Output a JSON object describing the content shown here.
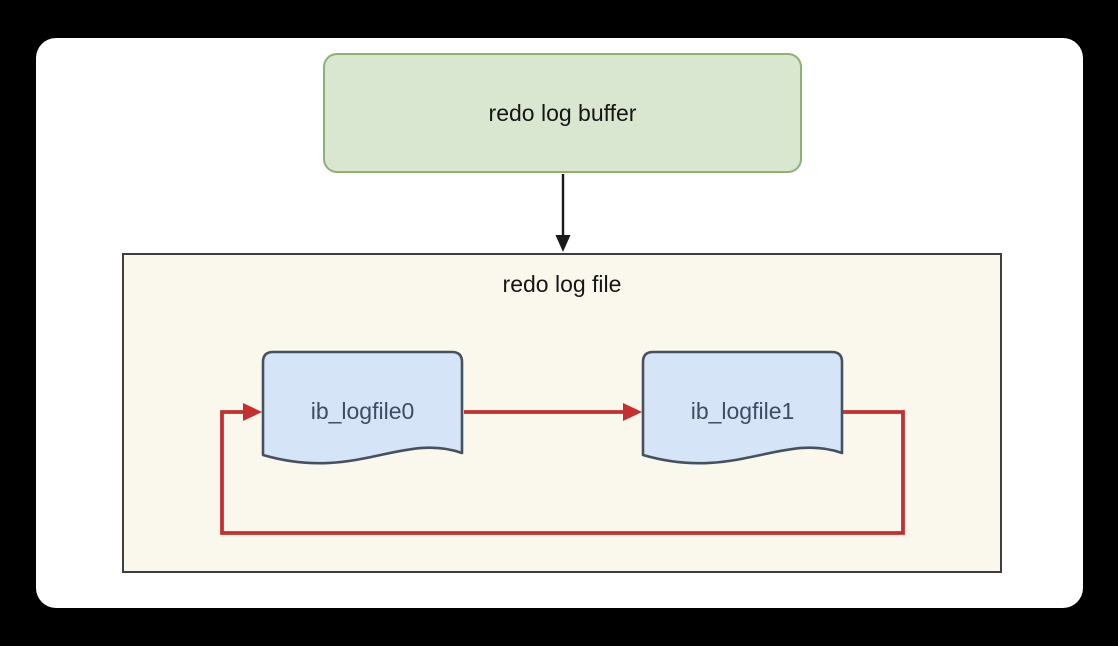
{
  "nodes": {
    "redo_log_buffer": {
      "label": "redo log buffer"
    },
    "redo_log_file": {
      "label": "redo log file"
    },
    "logfile0": {
      "label": "ib_logfile0"
    },
    "logfile1": {
      "label": "ib_logfile1"
    }
  },
  "colors": {
    "canvas_bg": "#000000",
    "card_bg": "#ffffff",
    "buffer_fill": "#d9e7d1",
    "buffer_border": "#8fb173",
    "container_fill": "#faf7ec",
    "container_border": "#3e3e3e",
    "doc_fill": "#d6e4f8",
    "doc_border": "#46515f",
    "doc_text": "#3d4d63",
    "label_text": "#161616",
    "flow_arrow": "#1a1a1a",
    "loop_arrow": "#c62f2f"
  }
}
